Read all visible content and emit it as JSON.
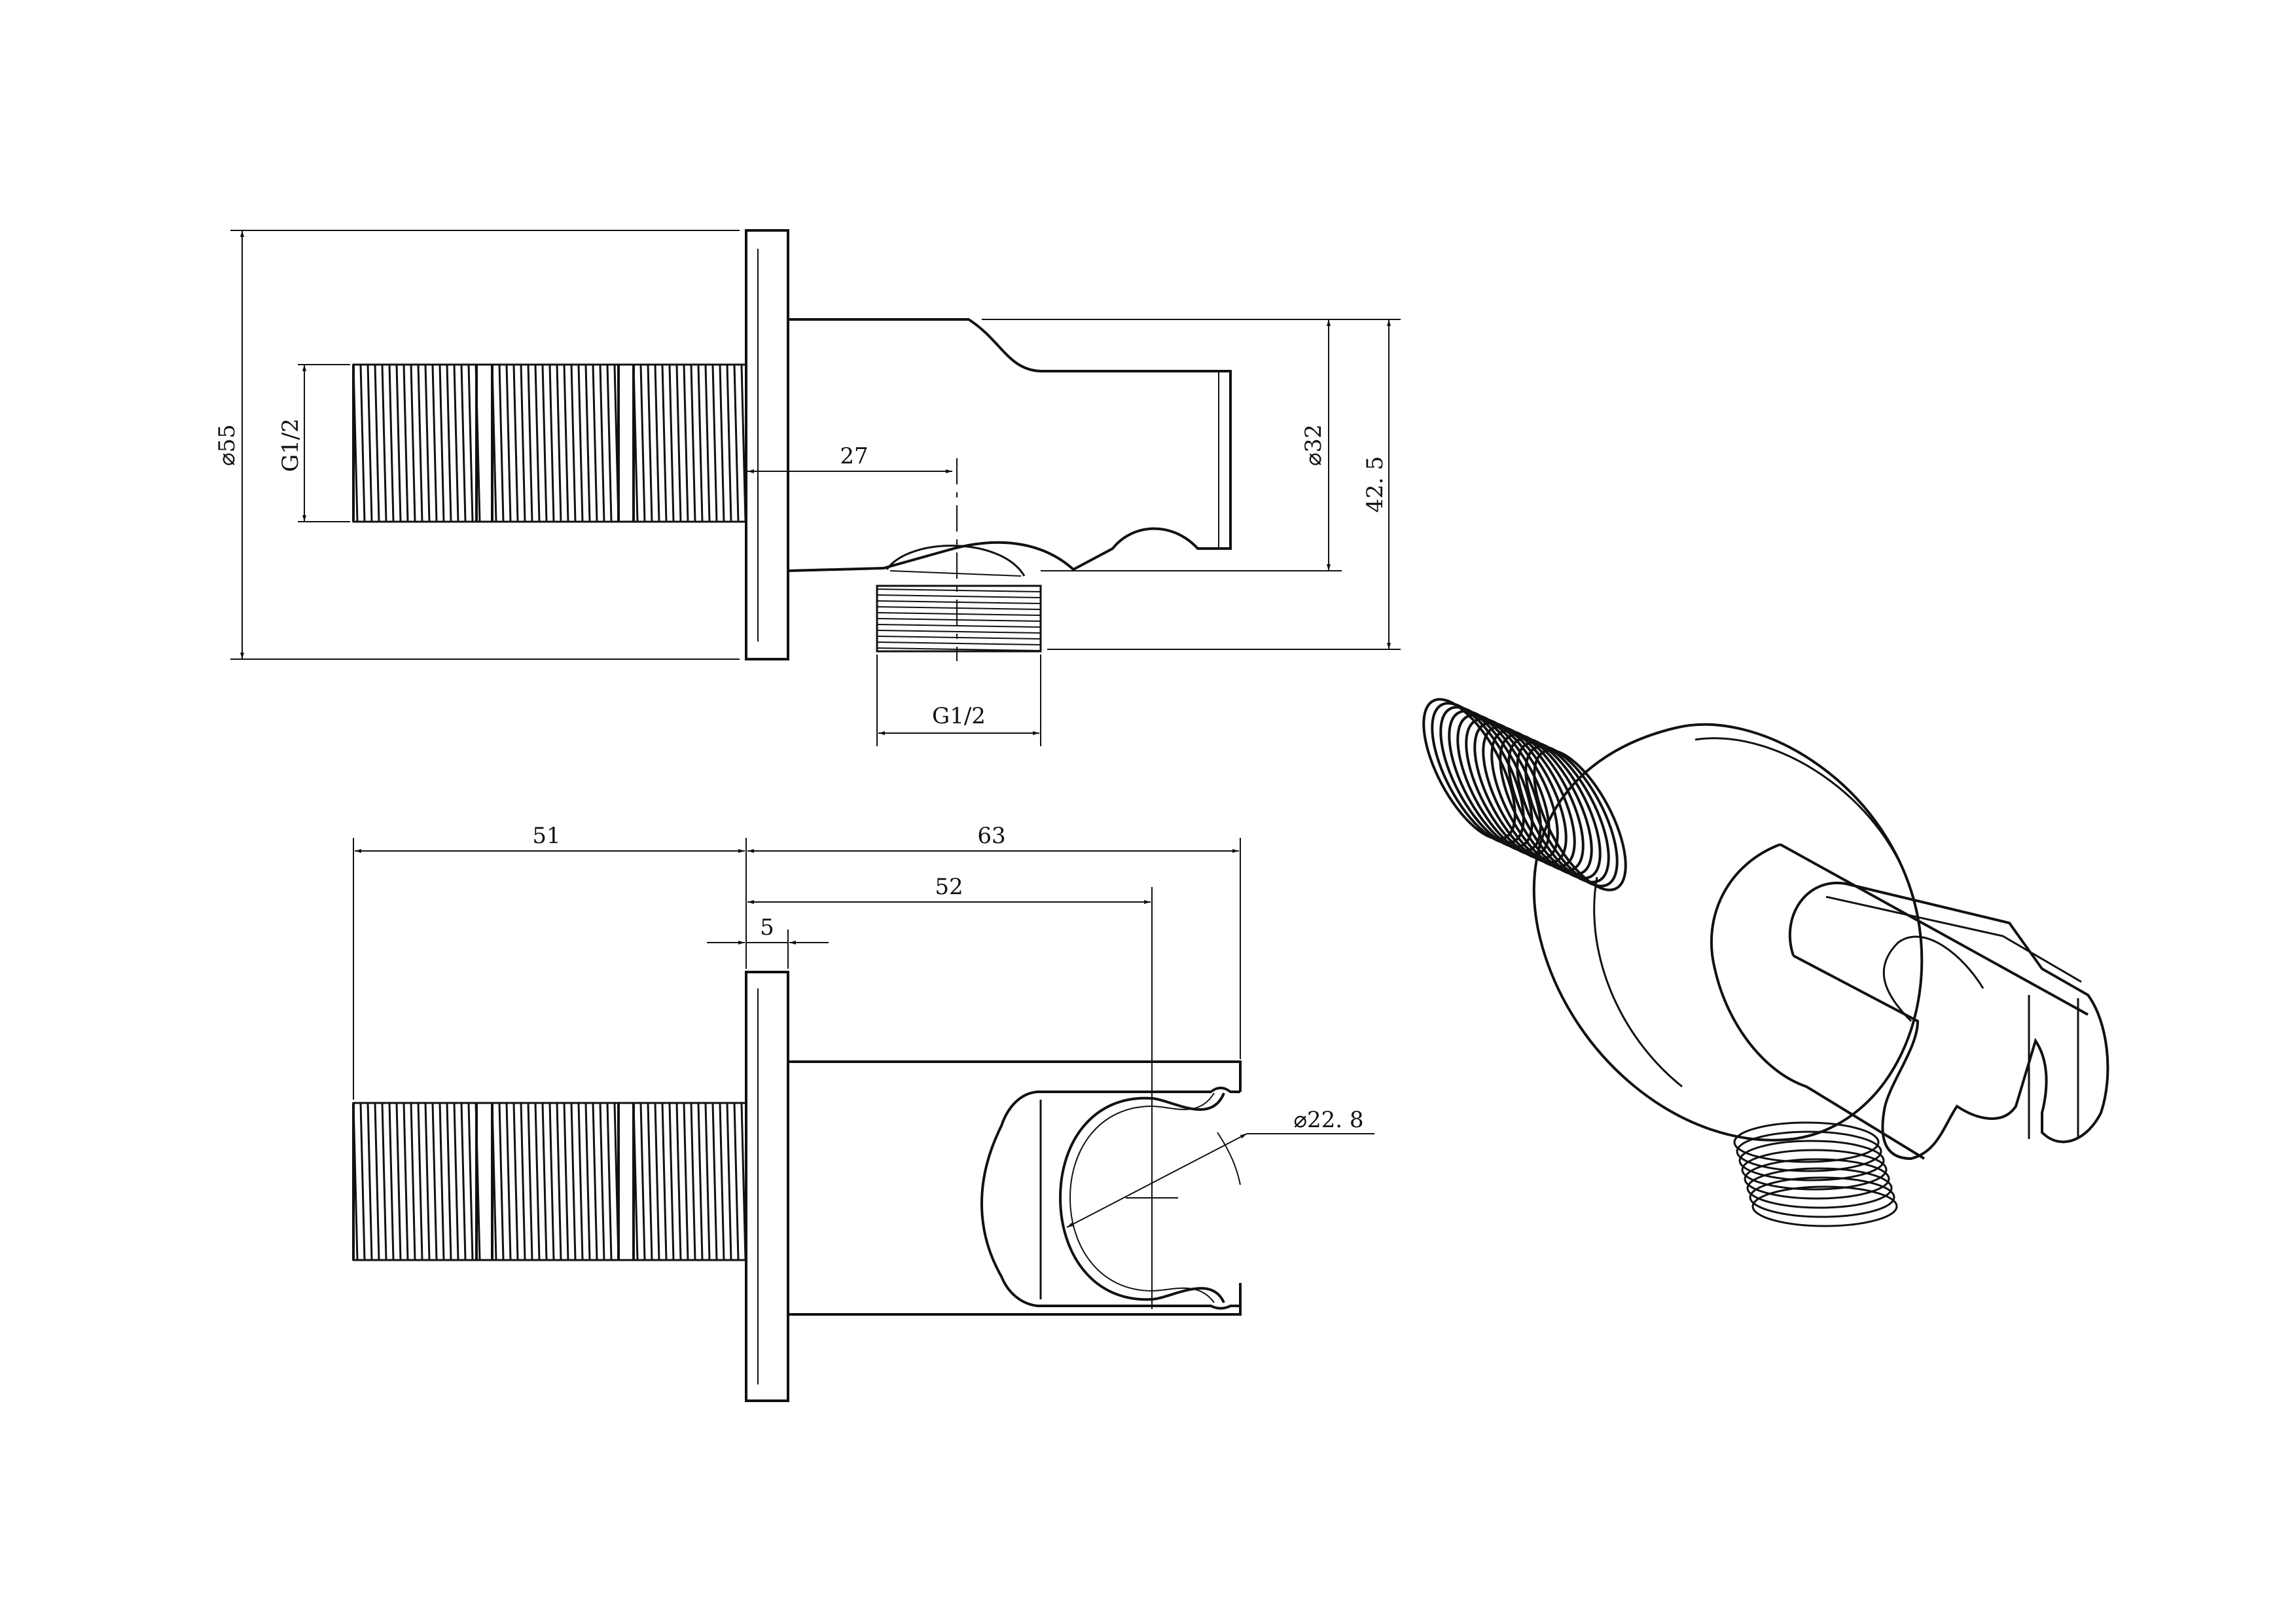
{
  "labels": {
    "side_diameter": "⌀55",
    "side_thread": "G1/2",
    "side_offset": "27",
    "side_holder_diameter": "⌀32",
    "side_height": "42. 5",
    "outlet_thread": "G1/2",
    "front_thread_length": "51",
    "front_total_length": "63",
    "front_holder_center": "52",
    "front_flange": "5",
    "front_cradle_diameter": "⌀22. 8"
  },
  "colors": {
    "line": "#111111",
    "background": "#ffffff"
  }
}
